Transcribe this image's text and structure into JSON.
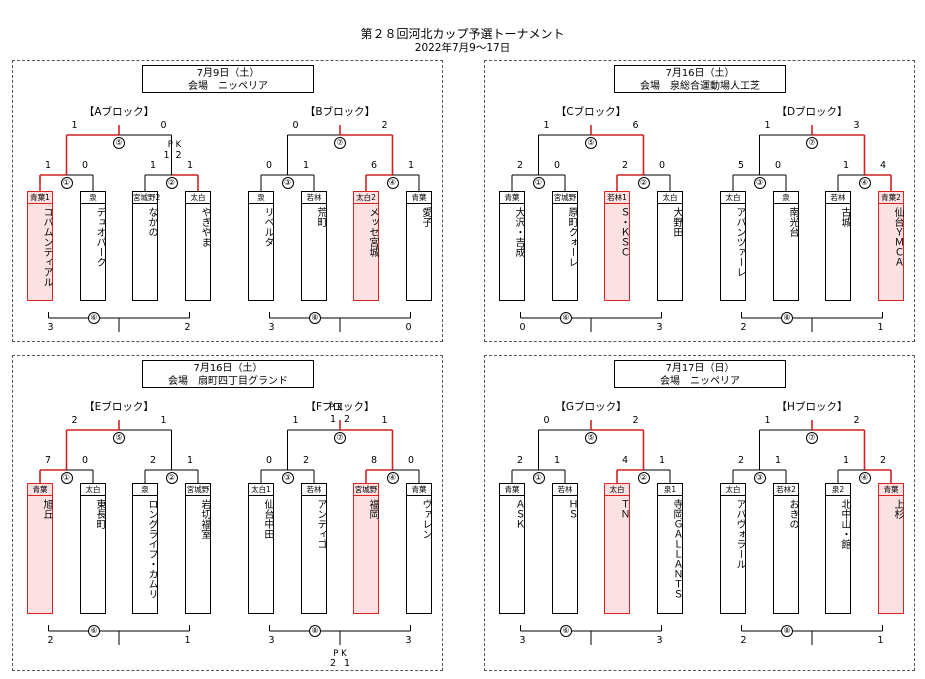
{
  "title": "第２８回河北カップ予選トーナメント",
  "subtitle": "2022年7月9～17日",
  "panels": [
    {
      "date": "7月9日（土）",
      "venue": "会場　ニッペリア",
      "blocks": [
        {
          "name": "【Aブロック】",
          "final_no": "⑤",
          "final_scores": [
            "1",
            "0"
          ],
          "semis": [
            {
              "no": "①",
              "scores": [
                "1",
                "0"
              ],
              "winner": 0,
              "pk": null
            },
            {
              "no": "②",
              "scores": [
                "1",
                "1"
              ],
              "winner": 1,
              "pk": {
                "label": "P K",
                "scores": [
                  "1",
                  "2"
                ]
              }
            }
          ],
          "teams": [
            {
              "tag": "青葉1",
              "name": "コバムンティアル",
              "highlight": true
            },
            {
              "tag": "泉",
              "name": "デュオパーク",
              "highlight": false
            },
            {
              "tag": "宮城野2",
              "name": "なかの",
              "highlight": false
            },
            {
              "tag": "太白",
              "name": "やぎやま",
              "highlight": false
            }
          ],
          "third_no": "⑥",
          "third_scores": [
            "3",
            "2"
          ],
          "third_pk": null
        },
        {
          "name": "【Bブロック】",
          "final_no": "⑦",
          "final_scores": [
            "0",
            "2"
          ],
          "semis": [
            {
              "no": "③",
              "scores": [
                "0",
                "1"
              ],
              "winner": -1,
              "pk": null
            },
            {
              "no": "④",
              "scores": [
                "6",
                "1"
              ],
              "winner": 0,
              "pk": null
            }
          ],
          "teams": [
            {
              "tag": "泉",
              "name": "リベルタ",
              "highlight": false
            },
            {
              "tag": "若林",
              "name": "荒町",
              "highlight": false
            },
            {
              "tag": "太白2",
              "name": "メッセ宮城",
              "highlight": true
            },
            {
              "tag": "青葉",
              "name": "愛子",
              "highlight": false
            }
          ],
          "third_no": "⑧",
          "third_scores": [
            "3",
            "0"
          ],
          "third_pk": null
        }
      ]
    },
    {
      "date": "7月16日（土）",
      "venue": "会場　泉総合運動場人工芝",
      "blocks": [
        {
          "name": "【Cブロック】",
          "final_no": "⑤",
          "final_scores": [
            "1",
            "6"
          ],
          "semis": [
            {
              "no": "①",
              "scores": [
                "2",
                "0"
              ],
              "winner": -1,
              "pk": null
            },
            {
              "no": "②",
              "scores": [
                "2",
                "0"
              ],
              "winner": 0,
              "pk": null
            }
          ],
          "teams": [
            {
              "tag": "青葉",
              "name": "大沢・吉成",
              "highlight": false
            },
            {
              "tag": "宮城野",
              "name": "原町クォーレ",
              "highlight": false
            },
            {
              "tag": "若林1",
              "name": "Ｓ・ＫＳＣ",
              "highlight": true
            },
            {
              "tag": "太白",
              "name": "大野田",
              "highlight": false
            }
          ],
          "third_no": "⑥",
          "third_scores": [
            "0",
            "3"
          ],
          "third_pk": null
        },
        {
          "name": "【Dブロック】",
          "final_no": "⑦",
          "final_scores": [
            "1",
            "3"
          ],
          "semis": [
            {
              "no": "③",
              "scores": [
                "5",
                "0"
              ],
              "winner": -1,
              "pk": null
            },
            {
              "no": "④",
              "scores": [
                "1",
                "4"
              ],
              "winner": 1,
              "pk": null
            }
          ],
          "teams": [
            {
              "tag": "太白",
              "name": "アバンツァーレ",
              "highlight": false
            },
            {
              "tag": "泉",
              "name": "南光台",
              "highlight": false
            },
            {
              "tag": "若林",
              "name": "古城",
              "highlight": false
            },
            {
              "tag": "青葉2",
              "name": "仙台ＹＭＣＡ",
              "highlight": true
            }
          ],
          "third_no": "⑧",
          "third_scores": [
            "2",
            "1"
          ],
          "third_pk": null
        }
      ]
    },
    {
      "date": "7月16日（土）",
      "venue": "会場　扇町四丁目グランド",
      "blocks": [
        {
          "name": "【Eブロック】",
          "final_no": "⑤",
          "final_scores": [
            "2",
            "1"
          ],
          "semis": [
            {
              "no": "①",
              "scores": [
                "7",
                "0"
              ],
              "winner": 0,
              "pk": null
            },
            {
              "no": "②",
              "scores": [
                "2",
                "1"
              ],
              "winner": -1,
              "pk": null
            }
          ],
          "teams": [
            {
              "tag": "青葉",
              "name": "旭丘",
              "highlight": true
            },
            {
              "tag": "太白",
              "name": "東長町",
              "highlight": false
            },
            {
              "tag": "泉",
              "name": "ロングライフ・カムリ",
              "highlight": false
            },
            {
              "tag": "宮城野",
              "name": "岩切福室",
              "highlight": false
            }
          ],
          "third_no": "⑥",
          "third_scores": [
            "2",
            "1"
          ],
          "third_pk": null
        },
        {
          "name": "【Fブロック】",
          "final_no": "⑦",
          "final_scores": [
            "1",
            "1"
          ],
          "final_pk": {
            "label": "P K",
            "scores": [
              "1",
              "2"
            ]
          },
          "semis": [
            {
              "no": "③",
              "scores": [
                "0",
                "2"
              ],
              "winner": -1,
              "pk": null
            },
            {
              "no": "④",
              "scores": [
                "8",
                "0"
              ],
              "winner": 0,
              "pk": null
            }
          ],
          "teams": [
            {
              "tag": "太白1",
              "name": "仙台中田",
              "highlight": false
            },
            {
              "tag": "若林",
              "name": "アンティゴ",
              "highlight": false
            },
            {
              "tag": "宮城野",
              "name": "福岡",
              "highlight": true
            },
            {
              "tag": "青葉",
              "name": "ヴァレン",
              "highlight": false
            }
          ],
          "third_no": "⑧",
          "third_scores": [
            "3",
            "3"
          ],
          "third_pk": {
            "label": "P K",
            "scores": [
              "2",
              "1"
            ]
          }
        }
      ]
    },
    {
      "date": "7月17日（日）",
      "venue": "会場　ニッペリア",
      "blocks": [
        {
          "name": "【Gブロック】",
          "final_no": "⑤",
          "final_scores": [
            "0",
            "2"
          ],
          "semis": [
            {
              "no": "①",
              "scores": [
                "2",
                "1"
              ],
              "winner": -1,
              "pk": null
            },
            {
              "no": "②",
              "scores": [
                "4",
                "1"
              ],
              "winner": 0,
              "pk": null
            }
          ],
          "teams": [
            {
              "tag": "青葉",
              "name": "ＡＳＫ",
              "highlight": false
            },
            {
              "tag": "若林",
              "name": "ＨＳ",
              "highlight": false
            },
            {
              "tag": "太白",
              "name": "ＴＮ",
              "highlight": true
            },
            {
              "tag": "泉1",
              "name": "寺岡ＧＡＬＬＡＮＴＳ",
              "highlight": false
            }
          ],
          "third_no": "⑥",
          "third_scores": [
            "3",
            "3"
          ],
          "third_pk": null
        },
        {
          "name": "【Hブロック】",
          "final_no": "⑦",
          "final_scores": [
            "1",
            "2"
          ],
          "semis": [
            {
              "no": "③",
              "scores": [
                "2",
                "1"
              ],
              "winner": -1,
              "pk": null
            },
            {
              "no": "④",
              "scores": [
                "1",
                "2"
              ],
              "winner": 1,
              "pk": null
            }
          ],
          "teams": [
            {
              "tag": "太白",
              "name": "アバヴォラール",
              "highlight": false
            },
            {
              "tag": "若林2",
              "name": "おきの",
              "highlight": false
            },
            {
              "tag": "泉2",
              "name": "北中山・館",
              "highlight": false
            },
            {
              "tag": "青葉",
              "name": "上杉",
              "highlight": true
            }
          ],
          "third_no": "⑧",
          "third_scores": [
            "2",
            "1"
          ],
          "third_pk": null
        }
      ]
    }
  ]
}
